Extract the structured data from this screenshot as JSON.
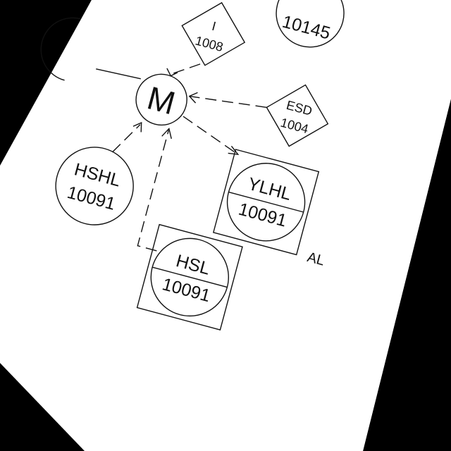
{
  "diagram": {
    "background_color": "#000000",
    "sheet_color": "#ffffff",
    "line_color": "#111111",
    "top_partial_bubble": {
      "number": "10145"
    },
    "motor": {
      "symbol": "M"
    },
    "diamond_i": {
      "letters": "I",
      "number": "1008"
    },
    "diamond_esd": {
      "letters": "ESD",
      "number": "1004"
    },
    "bubble_hshl": {
      "tag": "HSHL",
      "number": "10091"
    },
    "bubble_ylhl": {
      "tag": "YLHL",
      "number": "10091",
      "note": "AL"
    },
    "bubble_hsl": {
      "tag": "HSL",
      "number": "10091"
    }
  }
}
